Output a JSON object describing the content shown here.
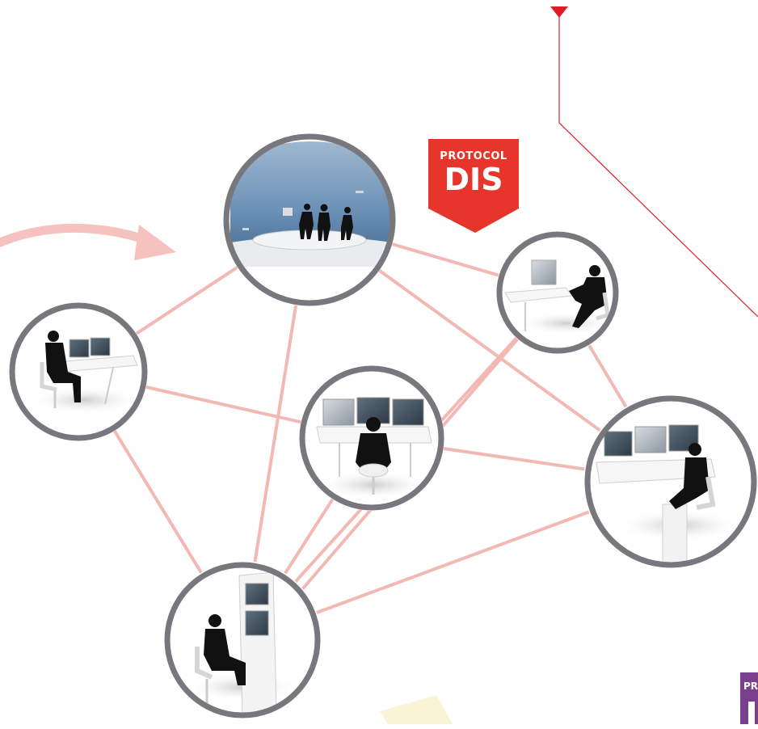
{
  "badge": {
    "top": "PROTOCOL",
    "main": "DIS",
    "color": "#e8352c"
  },
  "badge2": {
    "top": "PR",
    "color": "#7b3f8f"
  },
  "colors": {
    "link": "#f2b9b4",
    "ring": "#77777d",
    "arrow": "#f5c2bd",
    "leader": "#e01b24"
  },
  "nodes": [
    {
      "id": "dome-simulator",
      "icon": "dome-bridge-icon"
    },
    {
      "id": "left-workstation",
      "icon": "dual-monitor-operator-icon"
    },
    {
      "id": "right-top-workstation",
      "icon": "single-monitor-operator-icon"
    },
    {
      "id": "center-workstation",
      "icon": "triple-monitor-operator-icon"
    },
    {
      "id": "right-workstation",
      "icon": "triple-monitor-console-icon"
    },
    {
      "id": "bottom-workstation",
      "icon": "upright-console-operator-icon"
    }
  ]
}
